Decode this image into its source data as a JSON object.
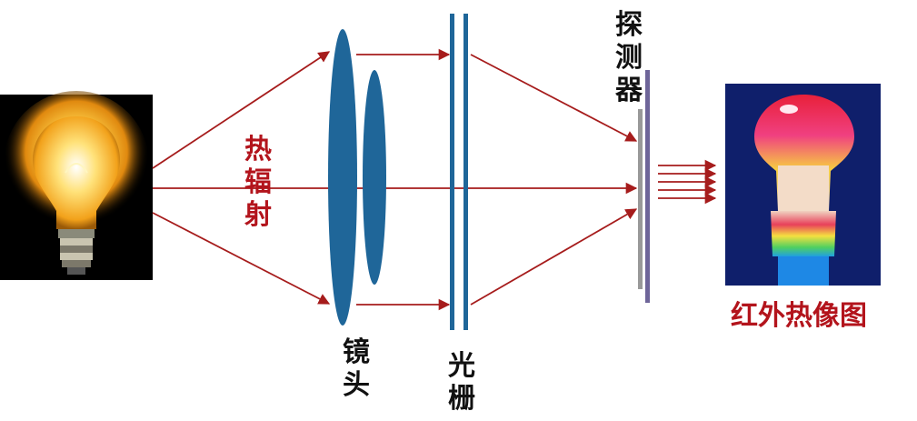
{
  "labels": {
    "radiation": "热辐射",
    "lens": "镜头",
    "grating": "光栅",
    "detector": "探测器",
    "thermal_image": "红外热像图"
  },
  "colors": {
    "ray": "#a61c1c",
    "label_red": "#b3141c",
    "label_dark": "#111111",
    "lens": "#1f6699",
    "grating": "#1f6699",
    "detector_front": "#999999",
    "detector_back": "#6e6599",
    "thermal_bg": "#0f1f6b"
  },
  "icons": [
    "light-bulb-photo",
    "thermal-bulb-image"
  ]
}
